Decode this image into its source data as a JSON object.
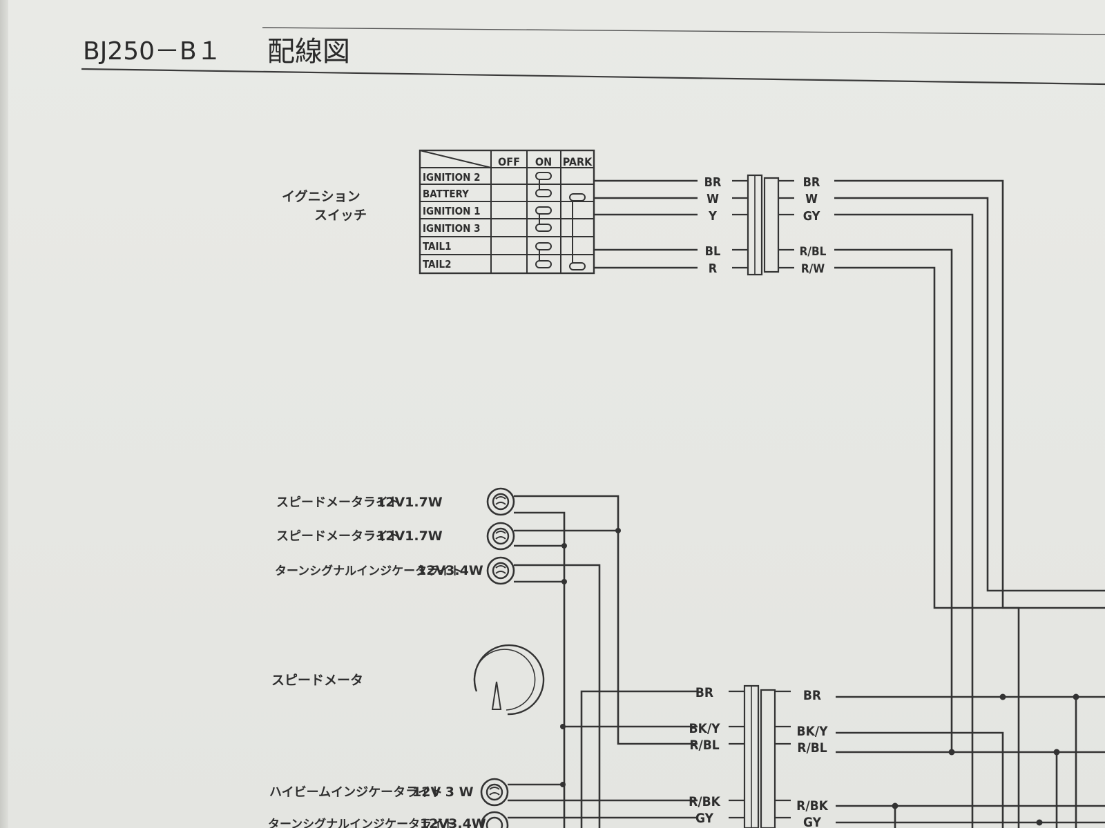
{
  "title": {
    "model": "BJ250－B１",
    "label": "配線図"
  },
  "ignition_switch": {
    "label_line1": "イグニション",
    "label_line2": "スイッチ",
    "columns": [
      "OFF",
      "ON",
      "PARK"
    ],
    "rows": [
      "IGNITION 2",
      "BATTERY",
      "IGNITION 1",
      "IGNITION 3",
      "TAIL1",
      "TAIL2"
    ]
  },
  "connector_top": {
    "left_wires": [
      "BR",
      "W",
      "Y",
      "BL",
      "R"
    ],
    "right_wires": [
      "BR",
      "W",
      "GY",
      "R/BL",
      "R/W"
    ]
  },
  "lamps": [
    {
      "label": "スピードメータライト",
      "rating": "12V1.7W"
    },
    {
      "label": "スピードメータライト",
      "rating": "12V1.7W"
    },
    {
      "label": "ターンシグナルインジケータライト",
      "rating": "12V3.4W"
    },
    {
      "label": "ハイビームインジケータライト",
      "rating": "12V 3 W"
    },
    {
      "label": "ターンシグナルインジケータライト",
      "rating": "12V3.4W"
    }
  ],
  "speedometer": {
    "label": "スピードメータ"
  },
  "connector_bottom": {
    "left_wires": [
      "BR",
      "BK/Y",
      "R/BL",
      "R/BK",
      "GY"
    ],
    "right_wires": [
      "BR",
      "BK/Y",
      "R/BL",
      "R/BK",
      "GY"
    ]
  },
  "colors": {
    "paper": "#e7e8e4",
    "ink": "#333333"
  }
}
